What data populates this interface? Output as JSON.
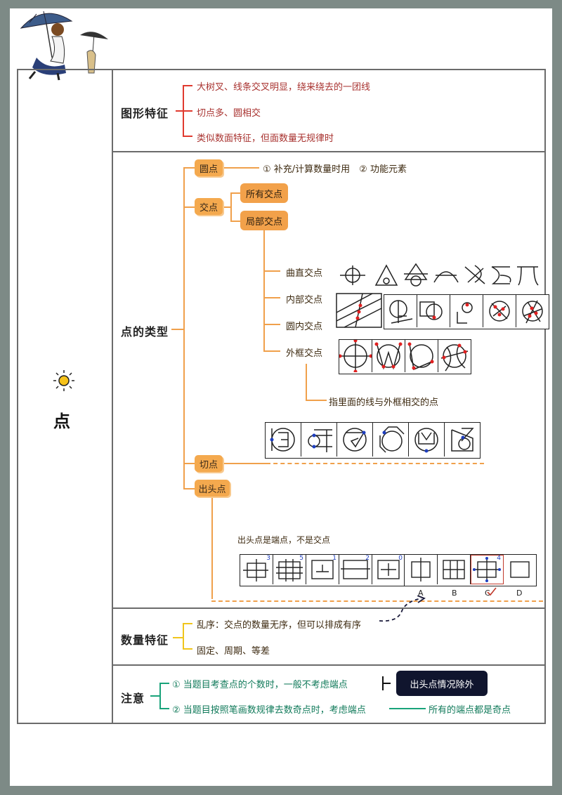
{
  "main_topic": "点",
  "sections": {
    "shape_features": {
      "title": "图形特征",
      "items": [
        "大树叉、线条交叉明显，绕来绕去的一团线",
        "切点多、圆相交",
        "类似数面特征，但面数量无规律时"
      ]
    },
    "point_types": {
      "title": "点的类型",
      "round_point": {
        "label": "圆点",
        "note": "① 补充/计算数量时用　② 功能元素"
      },
      "intersection": {
        "label": "交点",
        "all": "所有交点",
        "partial": "局部交点",
        "sub_items": [
          "曲直交点",
          "内部交点",
          "圆内交点",
          "外框交点"
        ],
        "frame_note": "指里面的线与外框相交的点"
      },
      "tangent": {
        "label": "切点"
      },
      "endpoint": {
        "label": "出头点",
        "note": "出头点是端点，不是交点",
        "sequence_counts": [
          "3",
          "5",
          "1",
          "2",
          "0"
        ],
        "option_count": "4",
        "options": [
          "A",
          "B",
          "C",
          "D"
        ]
      }
    },
    "quantity_features": {
      "title": "数量特征",
      "items": [
        "乱序：交点的数量无序，但可以排成有序",
        "固定、周期、等差"
      ]
    },
    "notes": {
      "title": "注意",
      "item1": "① 当题目考查点的个数时，一般不考虑端点",
      "item1_tag": "出头点情况除外",
      "item2": "② 当题目按照笔画数规律去数奇点时，考虑端点",
      "item2_result": "所有的端点都是奇点"
    }
  },
  "colors": {
    "red": "#a8322f",
    "orange": "#f0a04b",
    "yellow": "#f0c51c",
    "green": "#19a37a",
    "dot_red": "#e02020",
    "dot_blue": "#1f3fbf"
  }
}
